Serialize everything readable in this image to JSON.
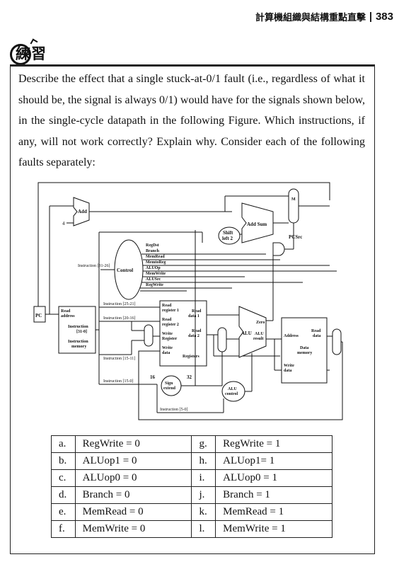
{
  "header": {
    "title": "計算機組織與結構重點直擊",
    "page_number": "383"
  },
  "badge": {
    "label": "練習"
  },
  "question": {
    "text": "Describe the effect that a single stuck-at-0/1 fault (i.e., regardless of what it should be, the signal is always 0/1) would have for the signals shown below, in the single-cycle datapath in the following Figure. Which instructions, if any, will not work correctly? Explain why. Consider each of the following faults separately:"
  },
  "diagram": {
    "labels": {
      "add_top": "Add",
      "add_sum": "Add Sum",
      "four": "4",
      "shift": "Shift",
      "shift2": "left 2",
      "mux_top": "M",
      "pcsrc": "PCSrc",
      "control": "Control",
      "pc": "PC",
      "regdst": "RegDst",
      "branch": "Branch",
      "memread": "MemRead",
      "memtoreg": "MemtoReg",
      "aluop": "ALUOp",
      "memwrite": "MemWrite",
      "alusrc": "ALUSrc",
      "regwrite": "RegWrite",
      "instr_3126": "Instruction [31-26]",
      "instr_2521": "Instruction [25-21]",
      "instr_2016": "Instruction [20-16]",
      "instr_1511": "Instruction [15-11]",
      "instr_150": "Instruction [15-0]",
      "instr_50": "Instruction [5-0]",
      "imem_read": "Read",
      "imem_address": "address",
      "imem_instr": "Instruction",
      "imem_bits": "[31-0]",
      "imem_name": "Instruction",
      "imem_name2": "memory",
      "rr1": "Read",
      "rr1b": "register 1",
      "rr2": "Read",
      "rr2b": "register 2",
      "wr": "Write",
      "wrb": "Register",
      "wd": "Write",
      "wdb": "data",
      "rd1": "Read",
      "rd1b": "data 1",
      "rd2": "Read",
      "rd2b": "data 2",
      "registers": "Registers",
      "alu": "ALU",
      "zero": "Zero",
      "alu_result": "ALU",
      "alu_result2": "result",
      "sign": "Sign",
      "extend": "extend",
      "sixteen": "16",
      "thirtytwo": "32",
      "aluctl": "ALU",
      "aluctl2": "control",
      "dm_address": "Address",
      "dm_read": "Read",
      "dm_data": "data",
      "dm_name": "Data",
      "dm_name2": "memory",
      "dm_write": "Write",
      "dm_wdata": "data"
    }
  },
  "options": {
    "left": [
      {
        "key": "a.",
        "value": "RegWrite = 0"
      },
      {
        "key": "b.",
        "value": "ALUop1 = 0"
      },
      {
        "key": "c.",
        "value": "ALUop0 = 0"
      },
      {
        "key": "d.",
        "value": "Branch = 0"
      },
      {
        "key": "e.",
        "value": "MemRead = 0"
      },
      {
        "key": "f.",
        "value": "MemWrite = 0"
      }
    ],
    "right": [
      {
        "key": "g.",
        "value": "RegWrite = 1"
      },
      {
        "key": "h.",
        "value": "ALUop1= 1"
      },
      {
        "key": "i.",
        "value": "ALUop0 = 1"
      },
      {
        "key": "j.",
        "value": "Branch = 1"
      },
      {
        "key": "k.",
        "value": "MemRead = 1"
      },
      {
        "key": "l.",
        "value": "MemWrite = 1"
      }
    ]
  }
}
